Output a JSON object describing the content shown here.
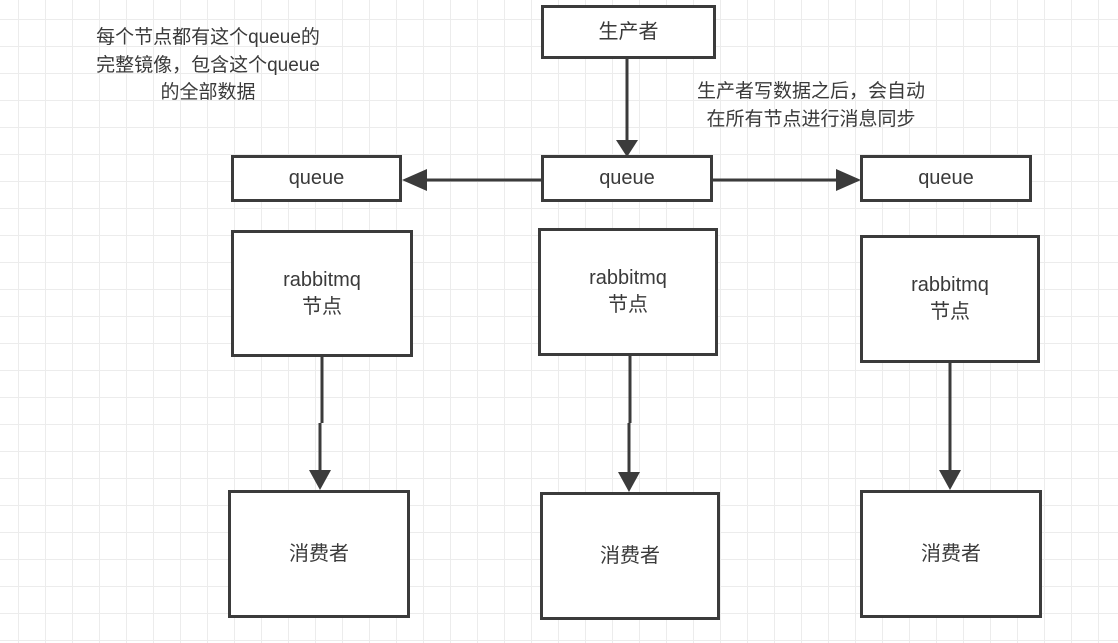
{
  "diagram": {
    "title_text_top_left": "每个节点都有这个queue的\n完整镜像，包含这个queue\n的全部数据",
    "annotation_sync": "生产者写数据之后，会自动\n在所有节点进行消息同步",
    "producer": {
      "label": "生产者"
    },
    "queues": [
      {
        "label": "queue",
        "position": "left"
      },
      {
        "label": "queue",
        "position": "center"
      },
      {
        "label": "queue",
        "position": "right"
      }
    ],
    "nodes": [
      {
        "label": "rabbitmq\n节点",
        "position": "left"
      },
      {
        "label": "rabbitmq\n节点",
        "position": "center"
      },
      {
        "label": "rabbitmq\n节点",
        "position": "right"
      }
    ],
    "consumers": [
      {
        "label": "消费者",
        "position": "left"
      },
      {
        "label": "消费者",
        "position": "center"
      },
      {
        "label": "消费者",
        "position": "right"
      }
    ],
    "connectors": [
      {
        "name": "producer-to-center-queue",
        "direction": "down"
      },
      {
        "name": "center-queue-to-left-queue",
        "direction": "left"
      },
      {
        "name": "center-queue-to-right-queue",
        "direction": "right"
      },
      {
        "name": "left-node-to-left-consumer",
        "direction": "down"
      },
      {
        "name": "center-node-to-center-consumer",
        "direction": "down"
      },
      {
        "name": "right-node-to-right-consumer",
        "direction": "down"
      }
    ],
    "colors": {
      "stroke": "#3b3b3b",
      "text": "#3a3a3a",
      "grid": "#ececec",
      "background": "#ffffff"
    }
  }
}
